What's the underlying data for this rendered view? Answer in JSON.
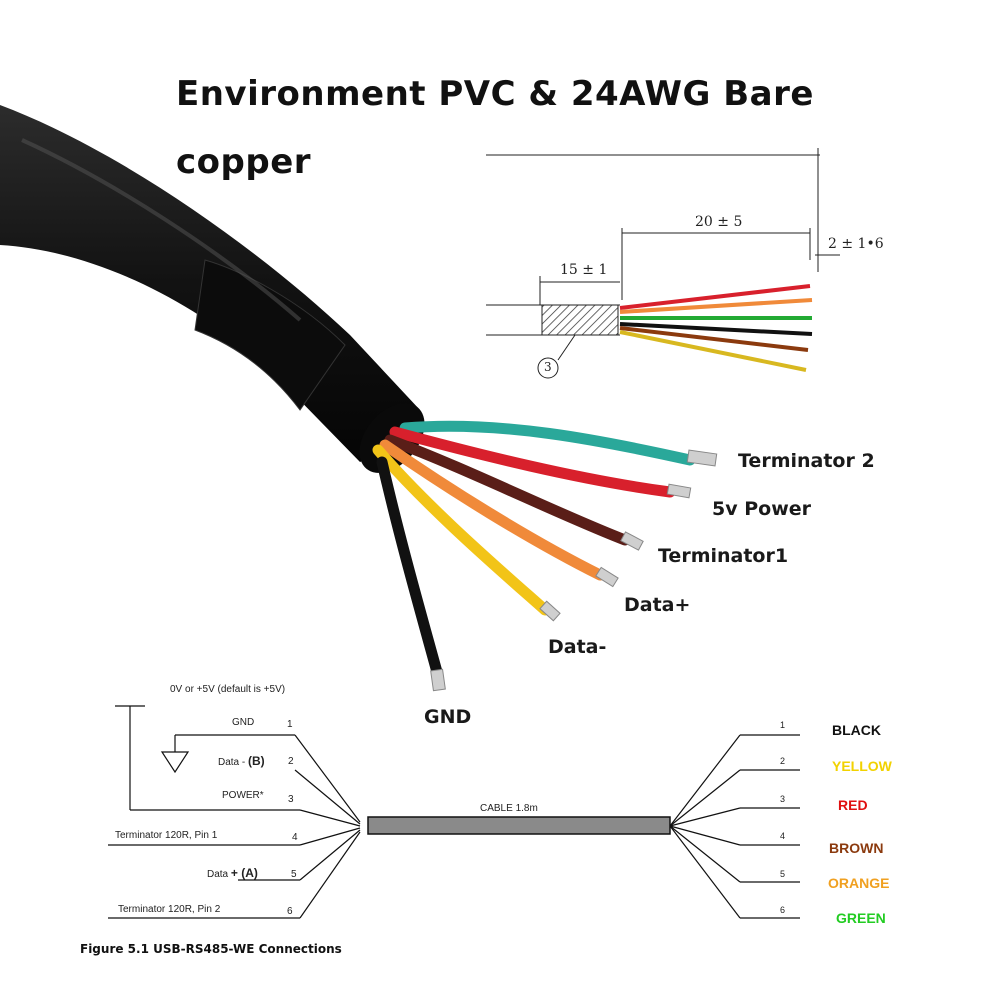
{
  "title": {
    "line1": "Environment PVC & 24AWG Bare",
    "line2": "copper"
  },
  "dimensions": {
    "overall": "20 ± 5",
    "strip": "2 ± 1•6",
    "jacket": "15 ± 1",
    "callout": "3"
  },
  "wire_labels": [
    {
      "text": "Terminator 2"
    },
    {
      "text": "5v Power"
    },
    {
      "text": "Terminator1"
    },
    {
      "text": "Data+"
    },
    {
      "text": "Data-"
    },
    {
      "text": "GND"
    }
  ],
  "schematic": {
    "power_note": "0V or +5V (default is +5V)",
    "cable_label": "CABLE 1.8m",
    "left_pins": [
      {
        "label": "GND",
        "num": "1"
      },
      {
        "label": "Data -",
        "extra": "(B)",
        "num": "2"
      },
      {
        "label": "POWER*",
        "num": "3"
      },
      {
        "label": "Terminator 120R, Pin 1",
        "num": "4"
      },
      {
        "label": "Data",
        "extra": "+ (A)",
        "num": "5"
      },
      {
        "label": "Terminator 120R, Pin 2",
        "num": "6"
      }
    ],
    "right_pins": [
      {
        "num": "1",
        "color_name": "BLACK",
        "color": "#111111"
      },
      {
        "num": "2",
        "color_name": "YELLOW",
        "color": "#f2d200"
      },
      {
        "num": "3",
        "color_name": "RED",
        "color": "#e01010"
      },
      {
        "num": "4",
        "color_name": "BROWN",
        "color": "#8b3a0e"
      },
      {
        "num": "5",
        "color_name": "ORANGE",
        "color": "#f0a020"
      },
      {
        "num": "6",
        "color_name": "GREEN",
        "color": "#22cc22"
      }
    ],
    "caption": "Figure 5.1 USB-RS485-WE Connections"
  },
  "wire_colors": {
    "teal": "#2aa89a",
    "red": "#d8202c",
    "brown": "#5a1e18",
    "orange": "#f08a3a",
    "yellow": "#f2c418",
    "black": "#111111",
    "jacket": "#1a1a1a"
  }
}
